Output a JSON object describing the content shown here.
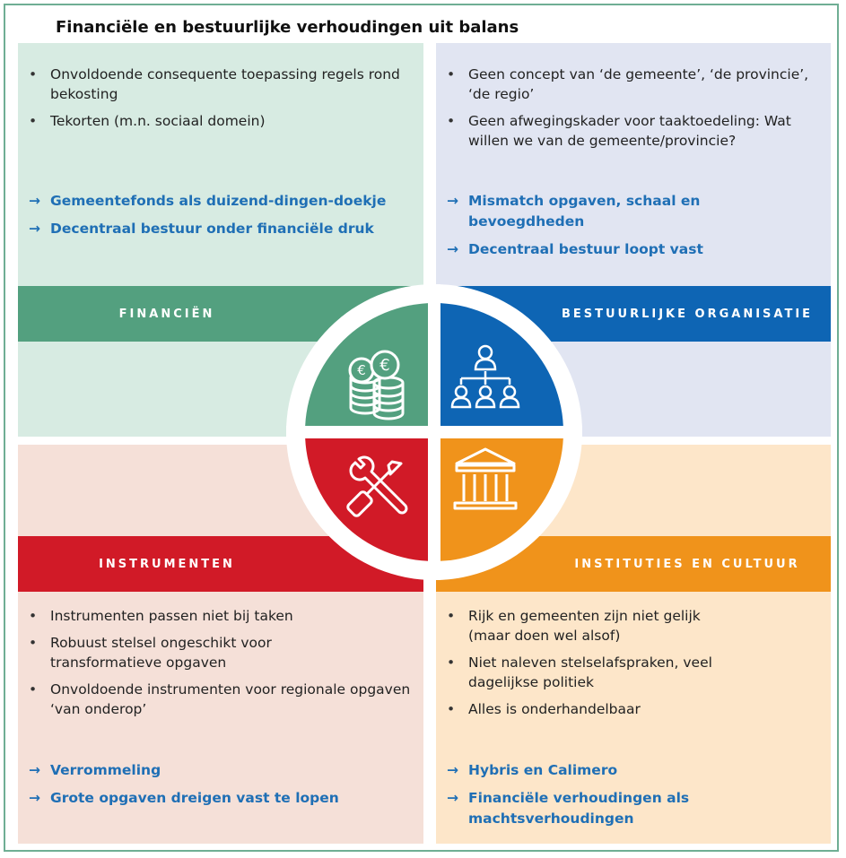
{
  "title": "Financiële en bestuurlijke verhoudingen uit balans",
  "colors": {
    "financien": "#53a07f",
    "bestuurlijk": "#0e65b4",
    "instrumenten": "#d11a27",
    "cultuur": "#f0931b",
    "arrow_text": "#1f6fb5"
  },
  "financien": {
    "label": "FINANCIËN",
    "bullets": [
      "Onvoldoende consequente toepassing regels rond bekosting",
      "Tekorten (m.n. sociaal domein)"
    ],
    "arrows": [
      "Gemeentefonds als duizend-dingen-doekje",
      "Decentraal bestuur onder financiële druk"
    ],
    "icon": "coins-euro-icon"
  },
  "bestuurlijk": {
    "label": "BESTUURLIJKE ORGANISATIE",
    "bullets": [
      "Geen concept van ‘de gemeente’, ‘de provincie’, ‘de regio’",
      "Geen afwegingskader voor taaktoedeling: Wat willen we van de gemeente/provincie?"
    ],
    "arrows": [
      "Mismatch opgaven, schaal en bevoegdheden",
      "Decentraal bestuur loopt vast"
    ],
    "icon": "org-chart-icon"
  },
  "instrumenten": {
    "label": "INSTRUMENTEN",
    "bullets": [
      "Instrumenten passen niet bij taken",
      "Robuust stelsel ongeschikt voor transformatieve opgaven",
      "Onvoldoende instrumenten voor regionale opgaven ‘van onderop’"
    ],
    "arrows": [
      "Verrommeling",
      "Grote opgaven dreigen vast te lopen"
    ],
    "icon": "wrench-screwdriver-icon"
  },
  "cultuur": {
    "label": "INSTITUTIES EN CULTUUR",
    "bullets": [
      "Rijk en gemeenten zijn niet gelijk (maar doen wel alsof)",
      "Niet naleven stelselafspraken, veel dagelijkse politiek",
      "Alles is onderhandelbaar"
    ],
    "arrows": [
      "Hybris en Calimero",
      "Financiële verhoudingen als machtsverhoudingen"
    ],
    "icon": "institution-building-icon"
  },
  "arrow_glyph": "→"
}
